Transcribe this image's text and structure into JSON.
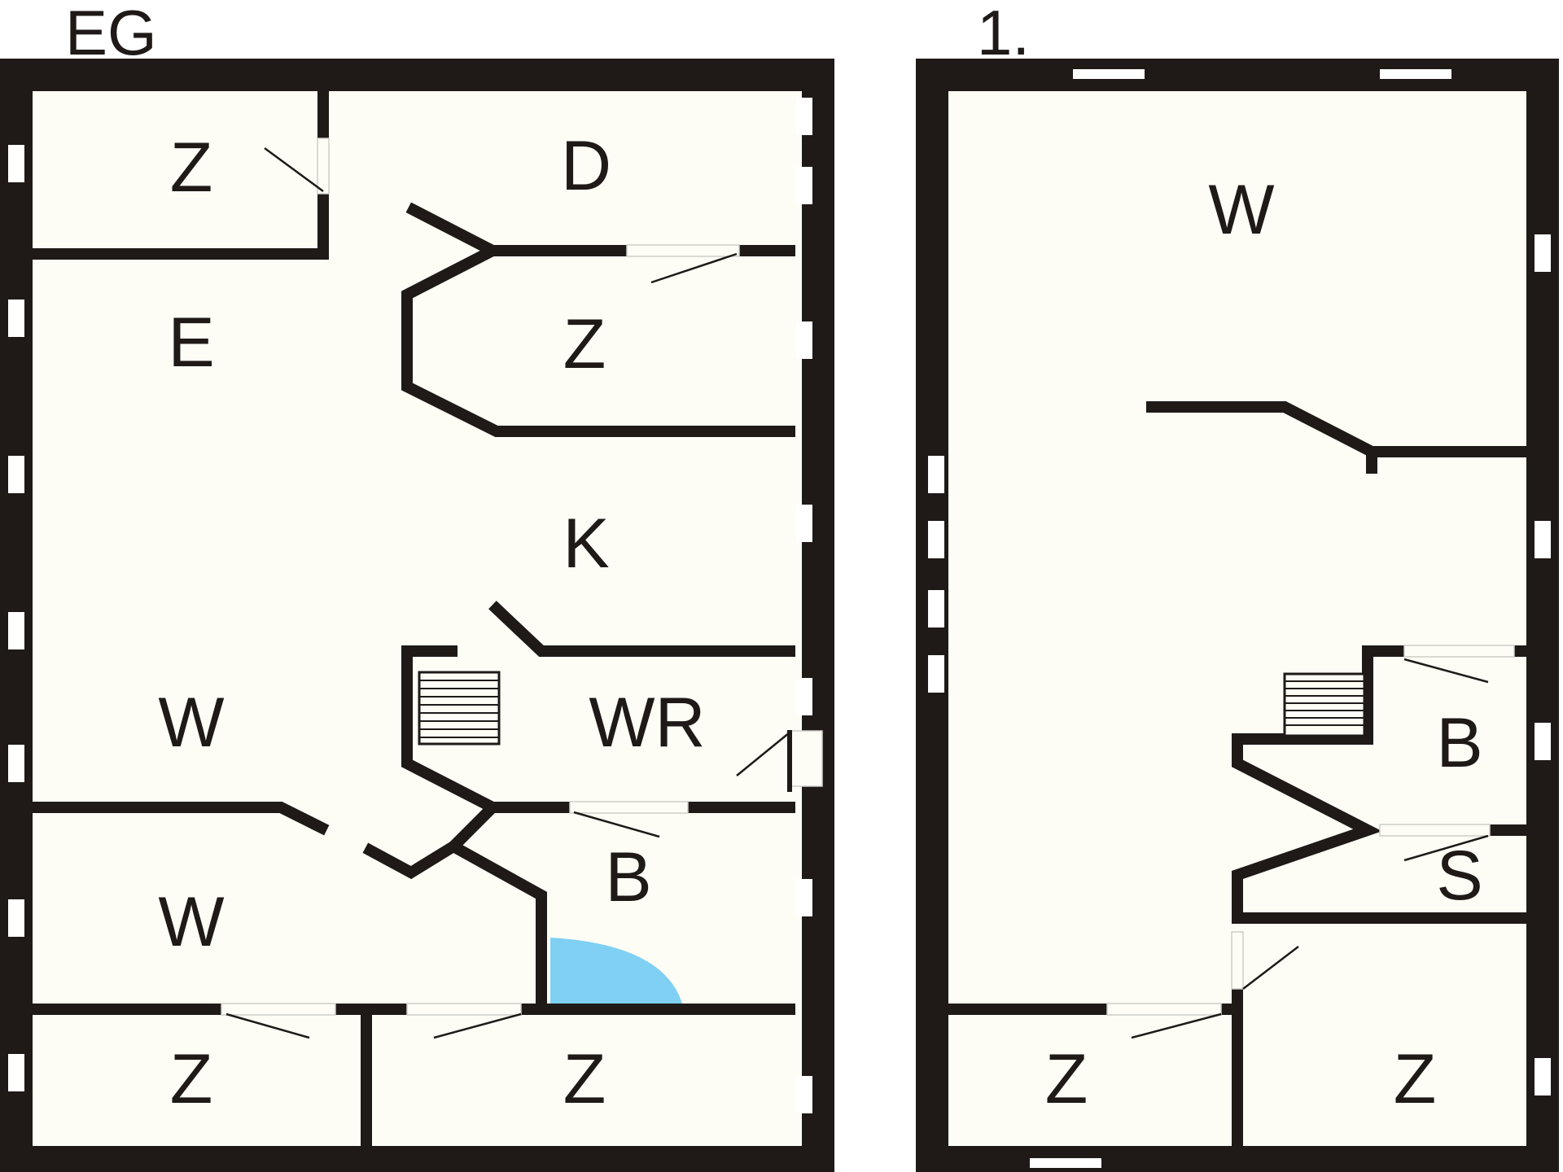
{
  "floors": [
    {
      "title": "EG",
      "rooms": [
        {
          "label": "Z"
        },
        {
          "label": "D"
        },
        {
          "label": "E"
        },
        {
          "label": "Z"
        },
        {
          "label": "K"
        },
        {
          "label": "W"
        },
        {
          "label": "WR"
        },
        {
          "label": "W"
        },
        {
          "label": "B"
        },
        {
          "label": "Z"
        },
        {
          "label": "Z"
        }
      ]
    },
    {
      "title": "1.",
      "rooms": [
        {
          "label": "W"
        },
        {
          "label": "B"
        },
        {
          "label": "S"
        },
        {
          "label": "Z"
        },
        {
          "label": "Z"
        }
      ]
    }
  ],
  "colors": {
    "wall": "#1f1a17",
    "floor": "#fdfdf6",
    "shower": "#7fd0f3"
  }
}
